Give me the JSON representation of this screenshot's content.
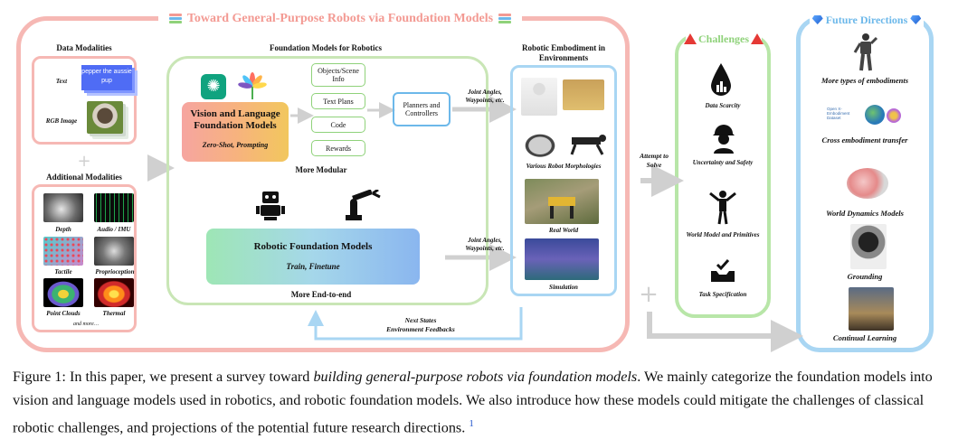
{
  "title": "Toward General-Purpose Robots via Foundation Models",
  "data_modalities": {
    "heading": "Data Modalities",
    "text_label": "Text",
    "text_sample": "pepper the aussie pup",
    "rgb_label": "RGB Image"
  },
  "additional_modalities": {
    "heading": "Additional Modalities",
    "items": [
      "Depth",
      "Audio / IMU",
      "Tactile",
      "Proprioception",
      "Point Clouds",
      "Thermal"
    ],
    "more": "and more…"
  },
  "foundation_models": {
    "heading": "Foundation Models for Robotics",
    "vlfm_title": "Vision and Language Foundation Models",
    "vlfm_sub": "Zero-Shot, Prompting",
    "outputs": [
      "Objects/Scene Info",
      "Text Plans",
      "Code",
      "Rewards"
    ],
    "planner": "Planners and Controllers",
    "more_modular": "More Modular",
    "rfm_title": "Robotic Foundation Models",
    "rfm_sub": "Train, Finetune",
    "more_e2e": "More End-to-end"
  },
  "embodiment": {
    "heading": "Robotic Embodiment in Environments",
    "arrow_top": "Joint Angles, Waypoints, etc.",
    "arrow_bottom": "Joint Angles, Waypoints, etc.",
    "morphologies": "Various Robot Morphologies",
    "real_world": "Real World",
    "simulation": "Simulation",
    "feedback_1": "Next States",
    "feedback_2": "Environment Feedbacks"
  },
  "attempt": "Attempt to Solve",
  "challenges": {
    "heading": "Challenges",
    "items": [
      "Data Scarcity",
      "Uncertainty and Safety",
      "World Model and Primitives",
      "Task Specification"
    ]
  },
  "future": {
    "heading": "Future Directions",
    "items": [
      "More types of embodiments",
      "Cross embodiment transfer",
      "World Dynamics Models",
      "Grounding",
      "Continual Learning"
    ],
    "oxe_text": "Open X-Embodiment Dataset"
  },
  "caption": {
    "prefix": "Figure 1:  In this paper, we present a survey toward ",
    "emph": "building general-purpose robots via foundation models",
    "rest": ".  We mainly categorize the foundation models into vision and language models used in robotics, and robotic foundation models. We also introduce how these models could mitigate the challenges of classical robotic challenges, and projections of the potential future research directions.",
    "footnote": "1"
  },
  "colors": {
    "main_frame": "#f6b8b4",
    "challenge_frame": "#b8e6a8",
    "future_frame": "#a9d6f3",
    "arrow": "#d0d0d0"
  }
}
